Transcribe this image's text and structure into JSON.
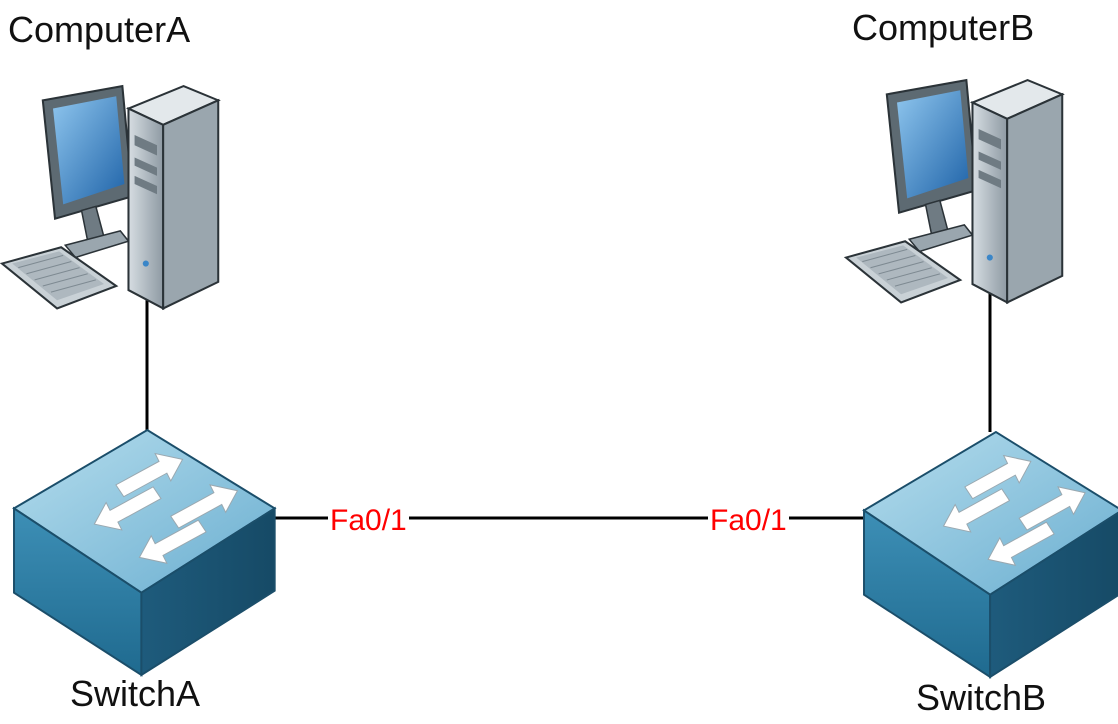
{
  "nodes": {
    "computer_a": {
      "label": "ComputerA",
      "icon": "desktop-computer-icon"
    },
    "computer_b": {
      "label": "ComputerB",
      "icon": "desktop-computer-icon"
    },
    "switch_a": {
      "label": "SwitchA",
      "icon": "network-switch-icon"
    },
    "switch_b": {
      "label": "SwitchB",
      "icon": "network-switch-icon"
    }
  },
  "links": {
    "trunk": {
      "port_a": "Fa0/1",
      "port_b": "Fa0/1"
    }
  },
  "colors": {
    "port_label": "#ff0000",
    "cable": "#000000",
    "switch_top": "#8cc4dc",
    "switch_front": "#2f7fa3",
    "switch_side": "#1f5f80",
    "monitor_screen": "#3a86c8",
    "pc_case": "#b8c2c8"
  }
}
